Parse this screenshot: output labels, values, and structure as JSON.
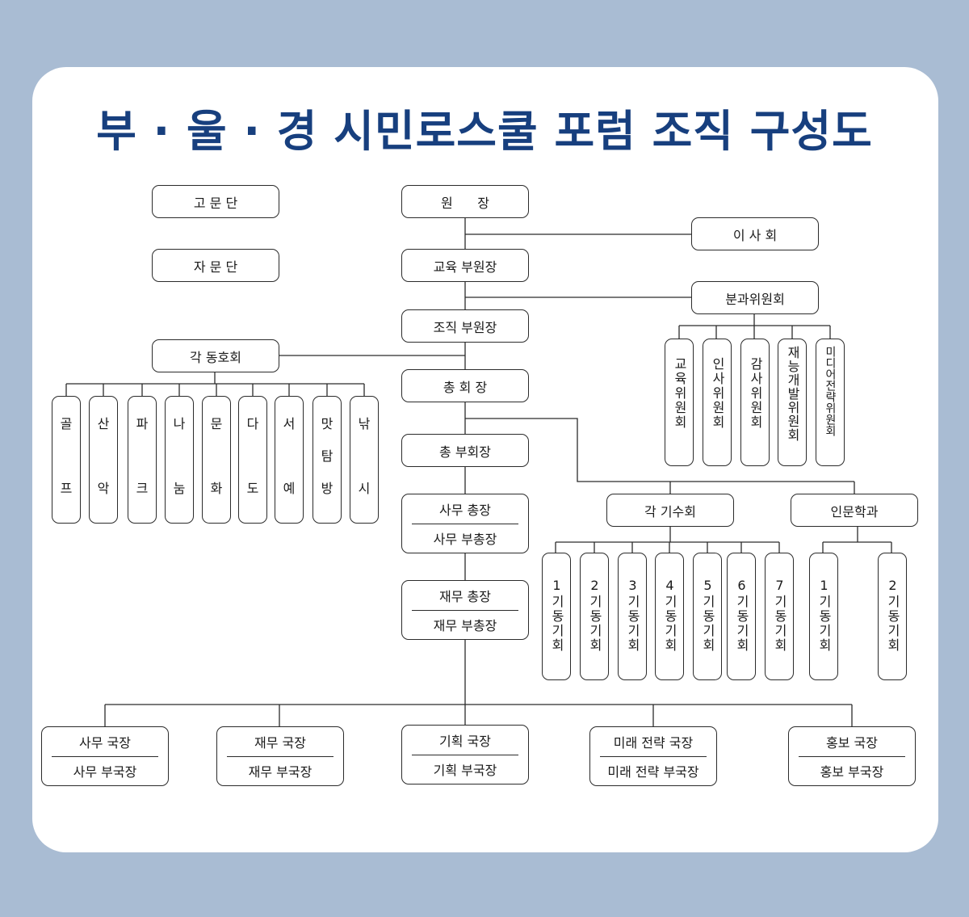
{
  "title": "부 · 울 · 경 시민로스쿨 포럼 조직 구성도",
  "nodes": {
    "advisory_group": "고 문 단",
    "consulting_group": "자 문 단",
    "president": "원      장",
    "board": "이 사 회",
    "edu_vp": "교육 부원장",
    "committees": "분과위원회",
    "org_vp": "조직 부원장",
    "clubs": "각 동호회",
    "chairman": "총 회 장",
    "vice_chairman": "총 부회장",
    "sec_general": "사무 총장",
    "sec_vice_general": "사무 부총장",
    "fin_general": "재무 총장",
    "fin_vice_general": "재무 부총장",
    "cohorts": "각 기수회",
    "humanities": "인문학과"
  },
  "committee_items": [
    "교육위원회",
    "인사위원회",
    "감사위원회",
    "재능개발위원회",
    "미디어전략위원회"
  ],
  "club_items": [
    {
      "top": "골",
      "bottom": "프"
    },
    {
      "top": "산",
      "bottom": "악"
    },
    {
      "top": "파",
      "bottom": "크"
    },
    {
      "top": "나",
      "bottom": "눔"
    },
    {
      "top": "문",
      "bottom": "화"
    },
    {
      "top": "다",
      "bottom": "도"
    },
    {
      "top": "서",
      "bottom": "예"
    },
    {
      "top": "맛",
      "mid": "탐",
      "bottom": "방"
    },
    {
      "top": "낚",
      "bottom": "시"
    }
  ],
  "cohort_items": [
    "1기동기회",
    "2기동기회",
    "3기동기회",
    "4기동기회",
    "5기동기회",
    "6기동기회",
    "7기동기회"
  ],
  "humanities_items": [
    "1기동기회",
    "2기동기회"
  ],
  "departments": [
    {
      "head": "사무 국장",
      "deputy": "사무 부국장"
    },
    {
      "head": "재무 국장",
      "deputy": "재무 부국장"
    },
    {
      "head": "기획 국장",
      "deputy": "기획 부국장"
    },
    {
      "head": "미래 전략 국장",
      "deputy": "미래 전략 부국장"
    },
    {
      "head": "홍보 국장",
      "deputy": "홍보 부국장"
    }
  ]
}
